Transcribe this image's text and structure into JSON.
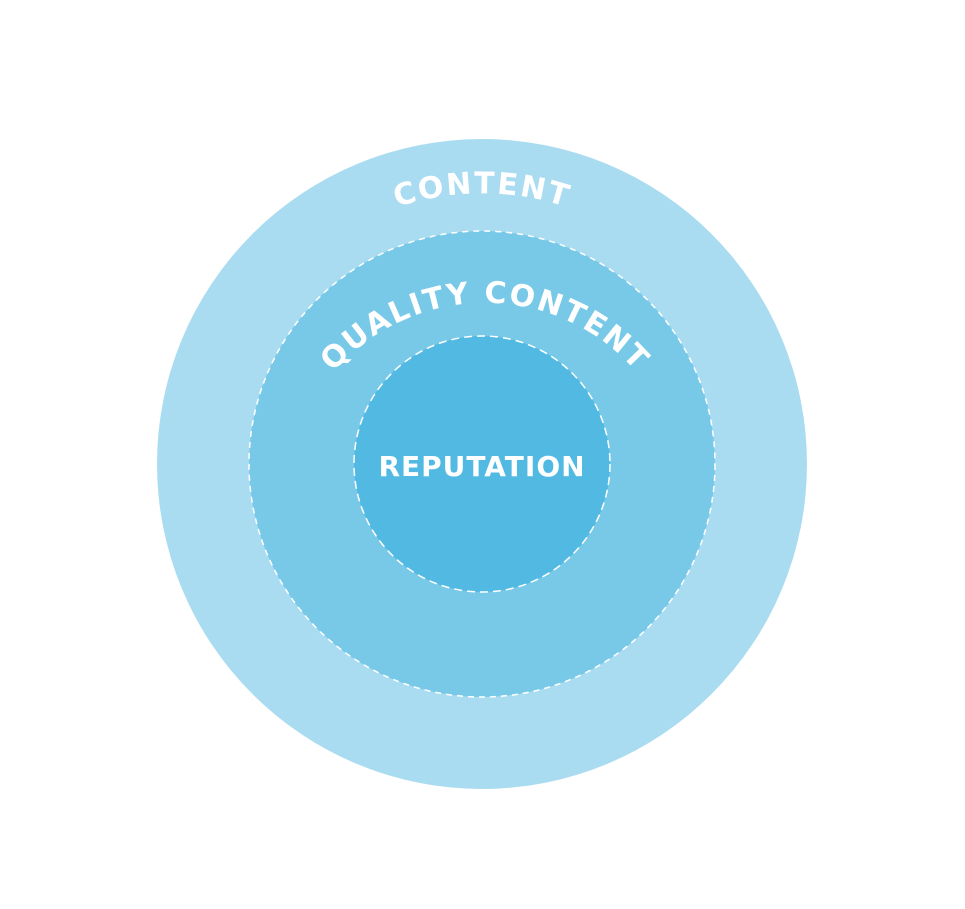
{
  "diagram": {
    "outer": {
      "label": "CONTENT",
      "color": "#aadcf1"
    },
    "middle": {
      "label": "QUALITY CONTENT",
      "color": "#78c9e8"
    },
    "inner": {
      "label": "REPUTATION",
      "color": "#52bae2"
    },
    "label_color": "#ffffff",
    "dash_color": "#ffffff"
  }
}
